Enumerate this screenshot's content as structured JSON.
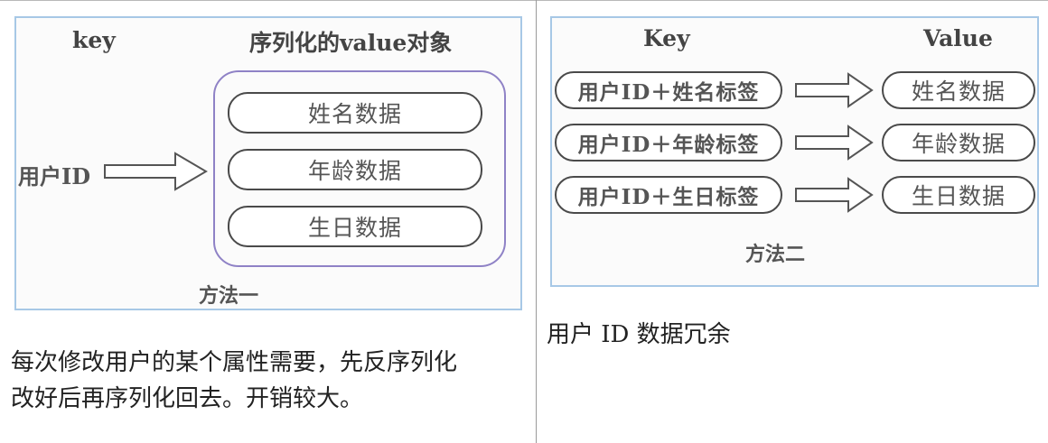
{
  "left": {
    "header_key": "key",
    "header_value": "序列化的value对象",
    "key_label": "用户ID",
    "values": [
      "姓名数据",
      "年龄数据",
      "生日数据"
    ],
    "caption": "方法一",
    "note_line1": "每次修改用户的某个属性需要，先反序列化",
    "note_line2": "改好后再序列化回去。开销较大。"
  },
  "right": {
    "header_key": "Key",
    "header_value": "Value",
    "keys": [
      "用户ID＋姓名标签",
      "用户ID＋年龄标签",
      "用户ID＋生日标签"
    ],
    "values": [
      "姓名数据",
      "年龄数据",
      "生日数据"
    ],
    "caption": "方法二",
    "note": "用户 ID 数据冗余"
  }
}
